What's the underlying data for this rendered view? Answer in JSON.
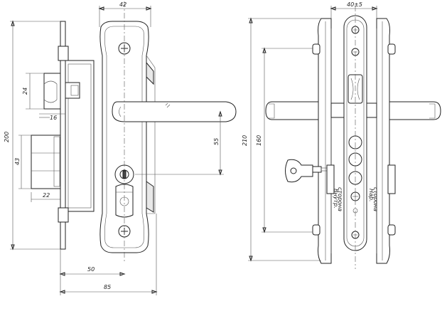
{
  "dimensions": {
    "left_view": {
      "total_height": "200",
      "latch_height": "24",
      "latch_offset": "16",
      "deadbolt_height": "43",
      "deadbolt_bottom": "22",
      "handle_spindle": "55",
      "width_plate": "42",
      "backset": "50",
      "overall_depth": "85"
    },
    "right_view": {
      "total_height": "210",
      "mount_spacing": "160",
      "width": "40±5"
    }
  },
  "labels": {
    "lever_left": "Внутр.\nсторона",
    "lever_right": "Нар.\nсторона"
  }
}
